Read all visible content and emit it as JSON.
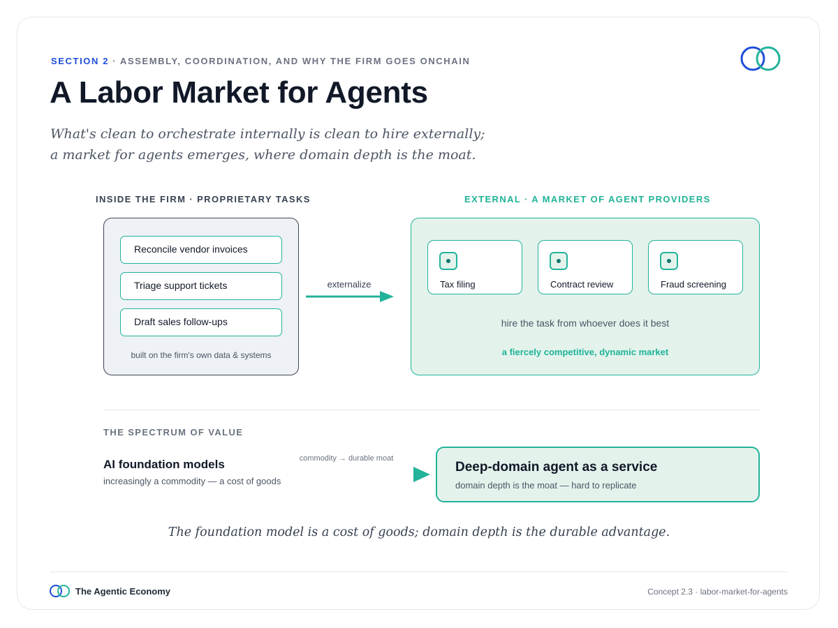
{
  "header": {
    "section": "SECTION 2",
    "section_rest": " · ASSEMBLY, COORDINATION, AND WHY THE FIRM GOES ONCHAIN",
    "title": "A Labor Market for Agents",
    "subtitle_line1": "What's clean to orchestrate internally is clean to hire externally;",
    "subtitle_line2": "a market for agents emerges, where domain depth is the moat."
  },
  "inside": {
    "label": "INSIDE THE FIRM · PROPRIETARY TASKS",
    "tasks": [
      "Reconcile vendor invoices",
      "Triage support tickets",
      "Draft sales follow-ups"
    ],
    "note": "built on the firm's own data & systems"
  },
  "flow": {
    "externalize_label": "externalize"
  },
  "external": {
    "label": "EXTERNAL · A MARKET OF AGENT PROVIDERS",
    "providers": [
      "Tax filing",
      "Contract review",
      "Fraud screening"
    ],
    "hire_note": "hire the task from whoever does it best",
    "market_note": "a fiercely competitive, dynamic market"
  },
  "spectrum": {
    "label": "THE SPECTRUM OF VALUE",
    "left_title": "AI foundation models",
    "left_sub": "increasingly a commodity — a cost of goods",
    "arrow_label": "commodity → durable moat",
    "right_title": "Deep-domain agent as a service",
    "right_sub": "domain depth is the moat — hard to replicate"
  },
  "closing": "The foundation model is a cost of goods; domain depth is the durable advantage.",
  "footer": {
    "brand": "The Agentic Economy",
    "concept": "Concept 2.3 · labor-market-for-agents"
  },
  "icons": {
    "logo": "interlocking-rings-icon",
    "provider": "agent-chip-icon",
    "arrow": "arrow-right-icon"
  },
  "colors": {
    "accent_teal": "#22b39a",
    "accent_blue": "#1d4ed8",
    "panel_teal_bg": "#e3f3ec",
    "panel_gray_bg": "#eef1f5",
    "text_dark": "#111827"
  }
}
